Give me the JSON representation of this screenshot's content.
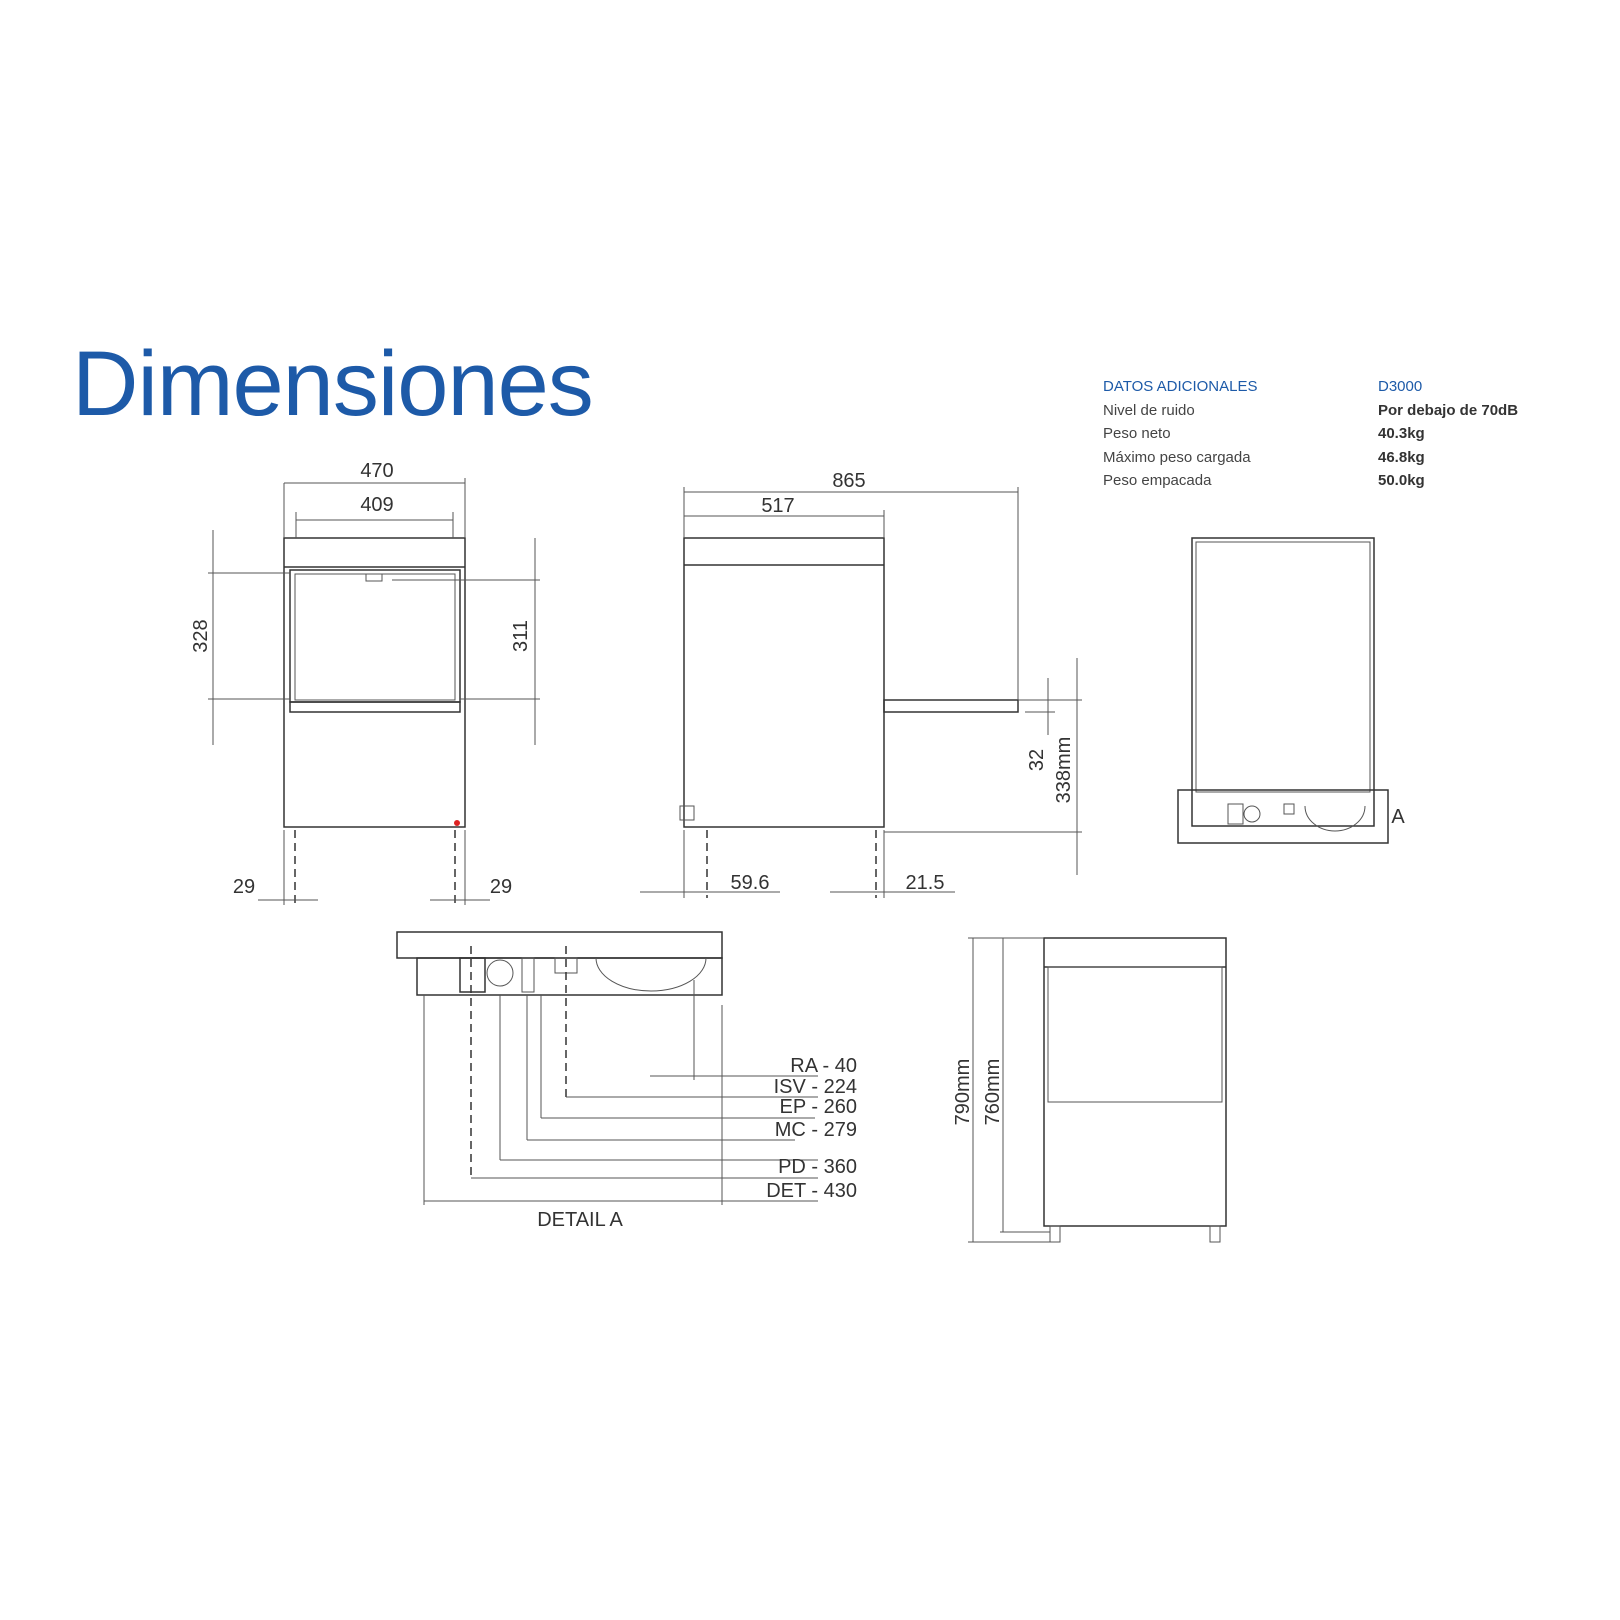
{
  "title": "Dimensiones",
  "table": {
    "header": "DATOS ADICIONALES",
    "model": "D3000",
    "rows": [
      {
        "label": "Nivel de ruido",
        "value": "Por debajo de 70dB"
      },
      {
        "label": "Peso neto",
        "value": "40.3kg"
      },
      {
        "label": "Máximo peso cargada",
        "value": "46.8kg"
      },
      {
        "label": "Peso empacada",
        "value": "50.0kg"
      }
    ]
  },
  "front_view": {
    "width_outer": "470",
    "width_inner": "409",
    "height_left": "328",
    "height_right": "311",
    "foot_left": "29",
    "foot_right": "29"
  },
  "side_view": {
    "depth_total": "865",
    "depth_body": "517",
    "tray_thickness": "32",
    "tray_height": "338mm",
    "foot_rear": "59.6",
    "foot_front": "21.5"
  },
  "rear_view": {
    "detail_marker": "A"
  },
  "detail_a": {
    "title": "DETAIL A",
    "items": [
      "RA - 40",
      "ISV - 224",
      "EP - 260",
      "MC - 279",
      "PD - 360",
      "DET - 430"
    ]
  },
  "height_view": {
    "height_total": "790mm",
    "height_body": "760mm"
  }
}
